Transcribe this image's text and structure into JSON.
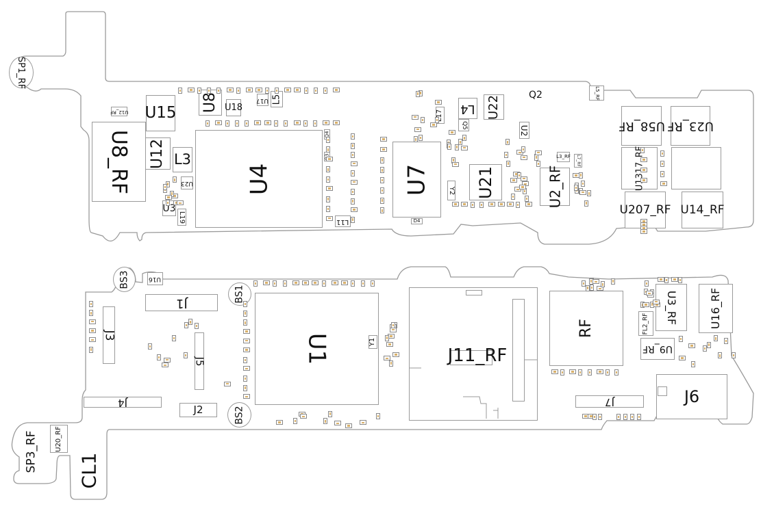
{
  "title": "Boardview layout",
  "top_board": {
    "U8_RF": "U8_RF",
    "U15": "U15",
    "U12": "U12",
    "L3": "L3",
    "U8": "U8",
    "U18": "U18",
    "U17": "U17",
    "L5": "L5",
    "U4": "U4",
    "U3": "U3",
    "L19": "L19",
    "U23": "U23",
    "L11": "L11",
    "Q4": "Q4",
    "Q3": "Q3",
    "U7": "U7",
    "D4": "D4",
    "L17": "L17",
    "L4": "L4",
    "Q5": "Q5",
    "U22": "U22",
    "Q2": "Q2",
    "U2": "U2",
    "U21": "U21",
    "Y2": "Y2",
    "U2_RF": "U2_RF",
    "L3_RF": "L3_RF",
    "U58_RF": "U58_RF",
    "U23_RF": "U23_RF",
    "U1317_RF": "U1317_RF",
    "U207_RF": "U207_RF",
    "U14_RF": "U14_RF",
    "SP1_RF": "SP1_RF",
    "U12_RF": "U12_RF",
    "L7_RF": "L7_RF",
    "L5_RF": "L5_RF"
  },
  "bottom_board": {
    "BS3": "BS3",
    "U16": "U16",
    "J1": "J1",
    "J3": "J3",
    "J5": "J5",
    "BS1": "BS1",
    "U1": "U1",
    "Y1": "Y1",
    "J4": "J4",
    "J2": "J2",
    "BS2": "BS2",
    "SP3_RF": "SP3_RF",
    "U20_RF": "U20_RF",
    "CL1": "CL1",
    "J11_RF": "J11_RF",
    "RF": "RF",
    "U3_RF": "U3_RF",
    "U16_RF": "U16_RF",
    "FL2_RF": "FL2_RF",
    "U9_RF": "U9_RF",
    "J6": "J6",
    "J7": "J7"
  },
  "colors": {
    "outline": "#9a9a9a",
    "text": "#111111",
    "pad": "#d8b06a"
  }
}
